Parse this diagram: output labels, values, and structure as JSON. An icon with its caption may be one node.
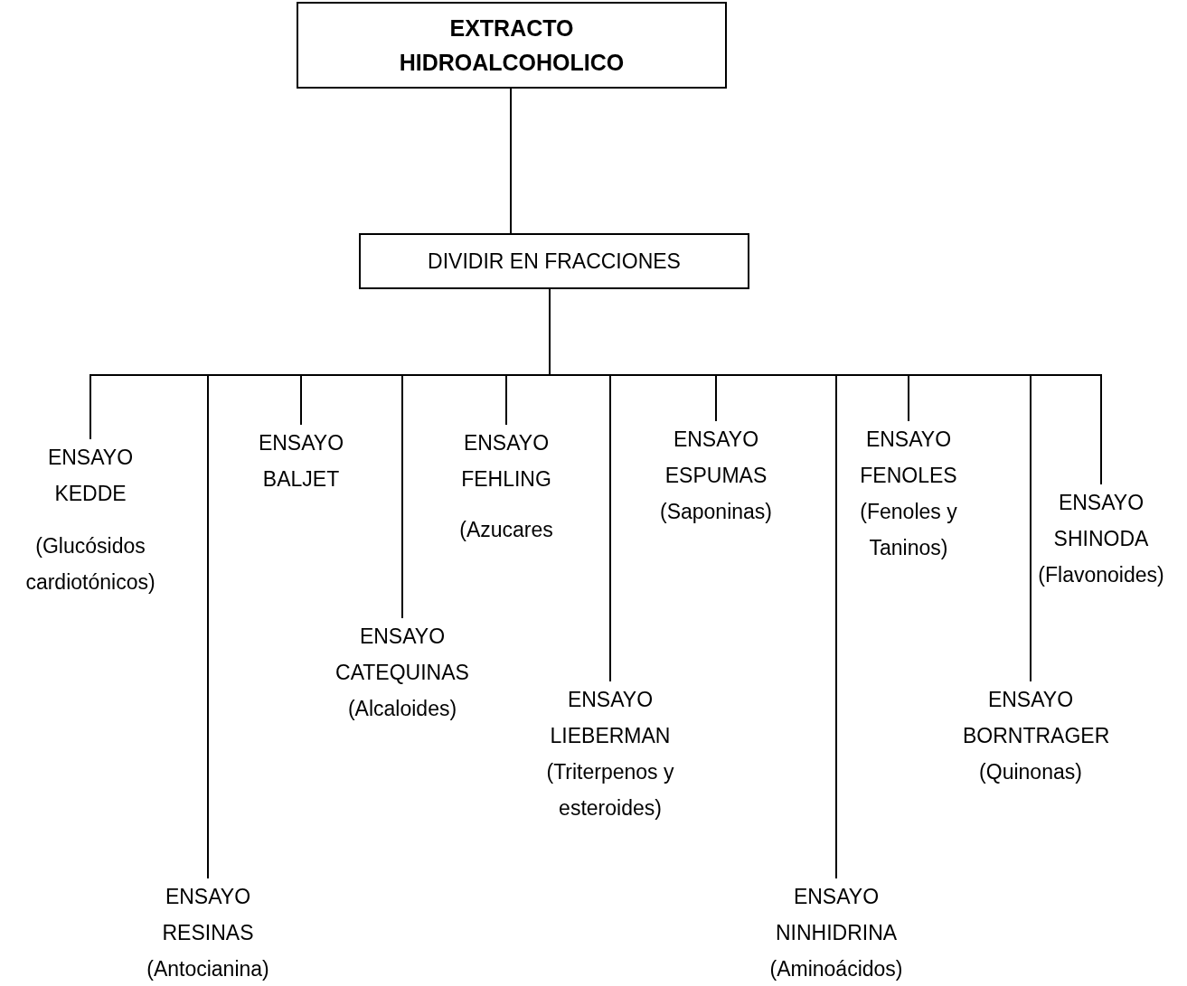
{
  "diagram": {
    "nodes": [
      {
        "text": [
          "EXTRACTO HIDROALCOHOLICO"
        ]
      },
      {
        "text": [
          "DIVIDIR EN FRACCIONES"
        ]
      },
      {
        "text": [
          "ENSAYO KEDDE",
          "(Glucósidos cardiotónicos)"
        ]
      },
      {
        "text": [
          "ENSAYO RESINAS",
          "(Antocianina)"
        ]
      },
      {
        "text": [
          "ENSAYO BALJET"
        ]
      },
      {
        "text": [
          "ENSAYO CATEQUINAS",
          "(Alcaloides)"
        ]
      },
      {
        "text": [
          "ENSAYO FEHLING",
          "(Azucares"
        ]
      },
      {
        "text": [
          "ENSAYO LIEBERMAN",
          "(Triterpenos y esteroides)"
        ]
      },
      {
        "text": [
          "ENSAYO ESPUMAS",
          "(Saponinas)"
        ]
      },
      {
        "text": [
          "ENSAYO NINHIDRINA",
          "(Aminoácidos)"
        ]
      },
      {
        "text": [
          "ENSAYO FENOLES",
          "(Fenoles y Taninos)"
        ]
      },
      {
        "text": [
          "ENSAYO SHINODA",
          "(Flavonoides)"
        ]
      },
      {
        "text": [
          "ENSAYO BORNTRAGER",
          "(Quinonas)"
        ]
      }
    ],
    "edges": [
      {
        "from": 0,
        "to": 1,
        "arrow": "none"
      },
      {
        "from": 1,
        "to": 2,
        "arrow": "none"
      },
      {
        "from": 1,
        "to": 3,
        "arrow": "none"
      },
      {
        "from": 1,
        "to": 4,
        "arrow": "none"
      },
      {
        "from": 1,
        "to": 5,
        "arrow": "none"
      },
      {
        "from": 1,
        "to": 6,
        "arrow": "none"
      },
      {
        "from": 1,
        "to": 7,
        "arrow": "none"
      },
      {
        "from": 1,
        "to": 8,
        "arrow": "none"
      },
      {
        "from": 1,
        "to": 9,
        "arrow": "none"
      },
      {
        "from": 1,
        "to": 10,
        "arrow": "none"
      },
      {
        "from": 1,
        "to": 11,
        "arrow": "none"
      },
      {
        "from": 1,
        "to": 12,
        "arrow": "none"
      }
    ]
  }
}
